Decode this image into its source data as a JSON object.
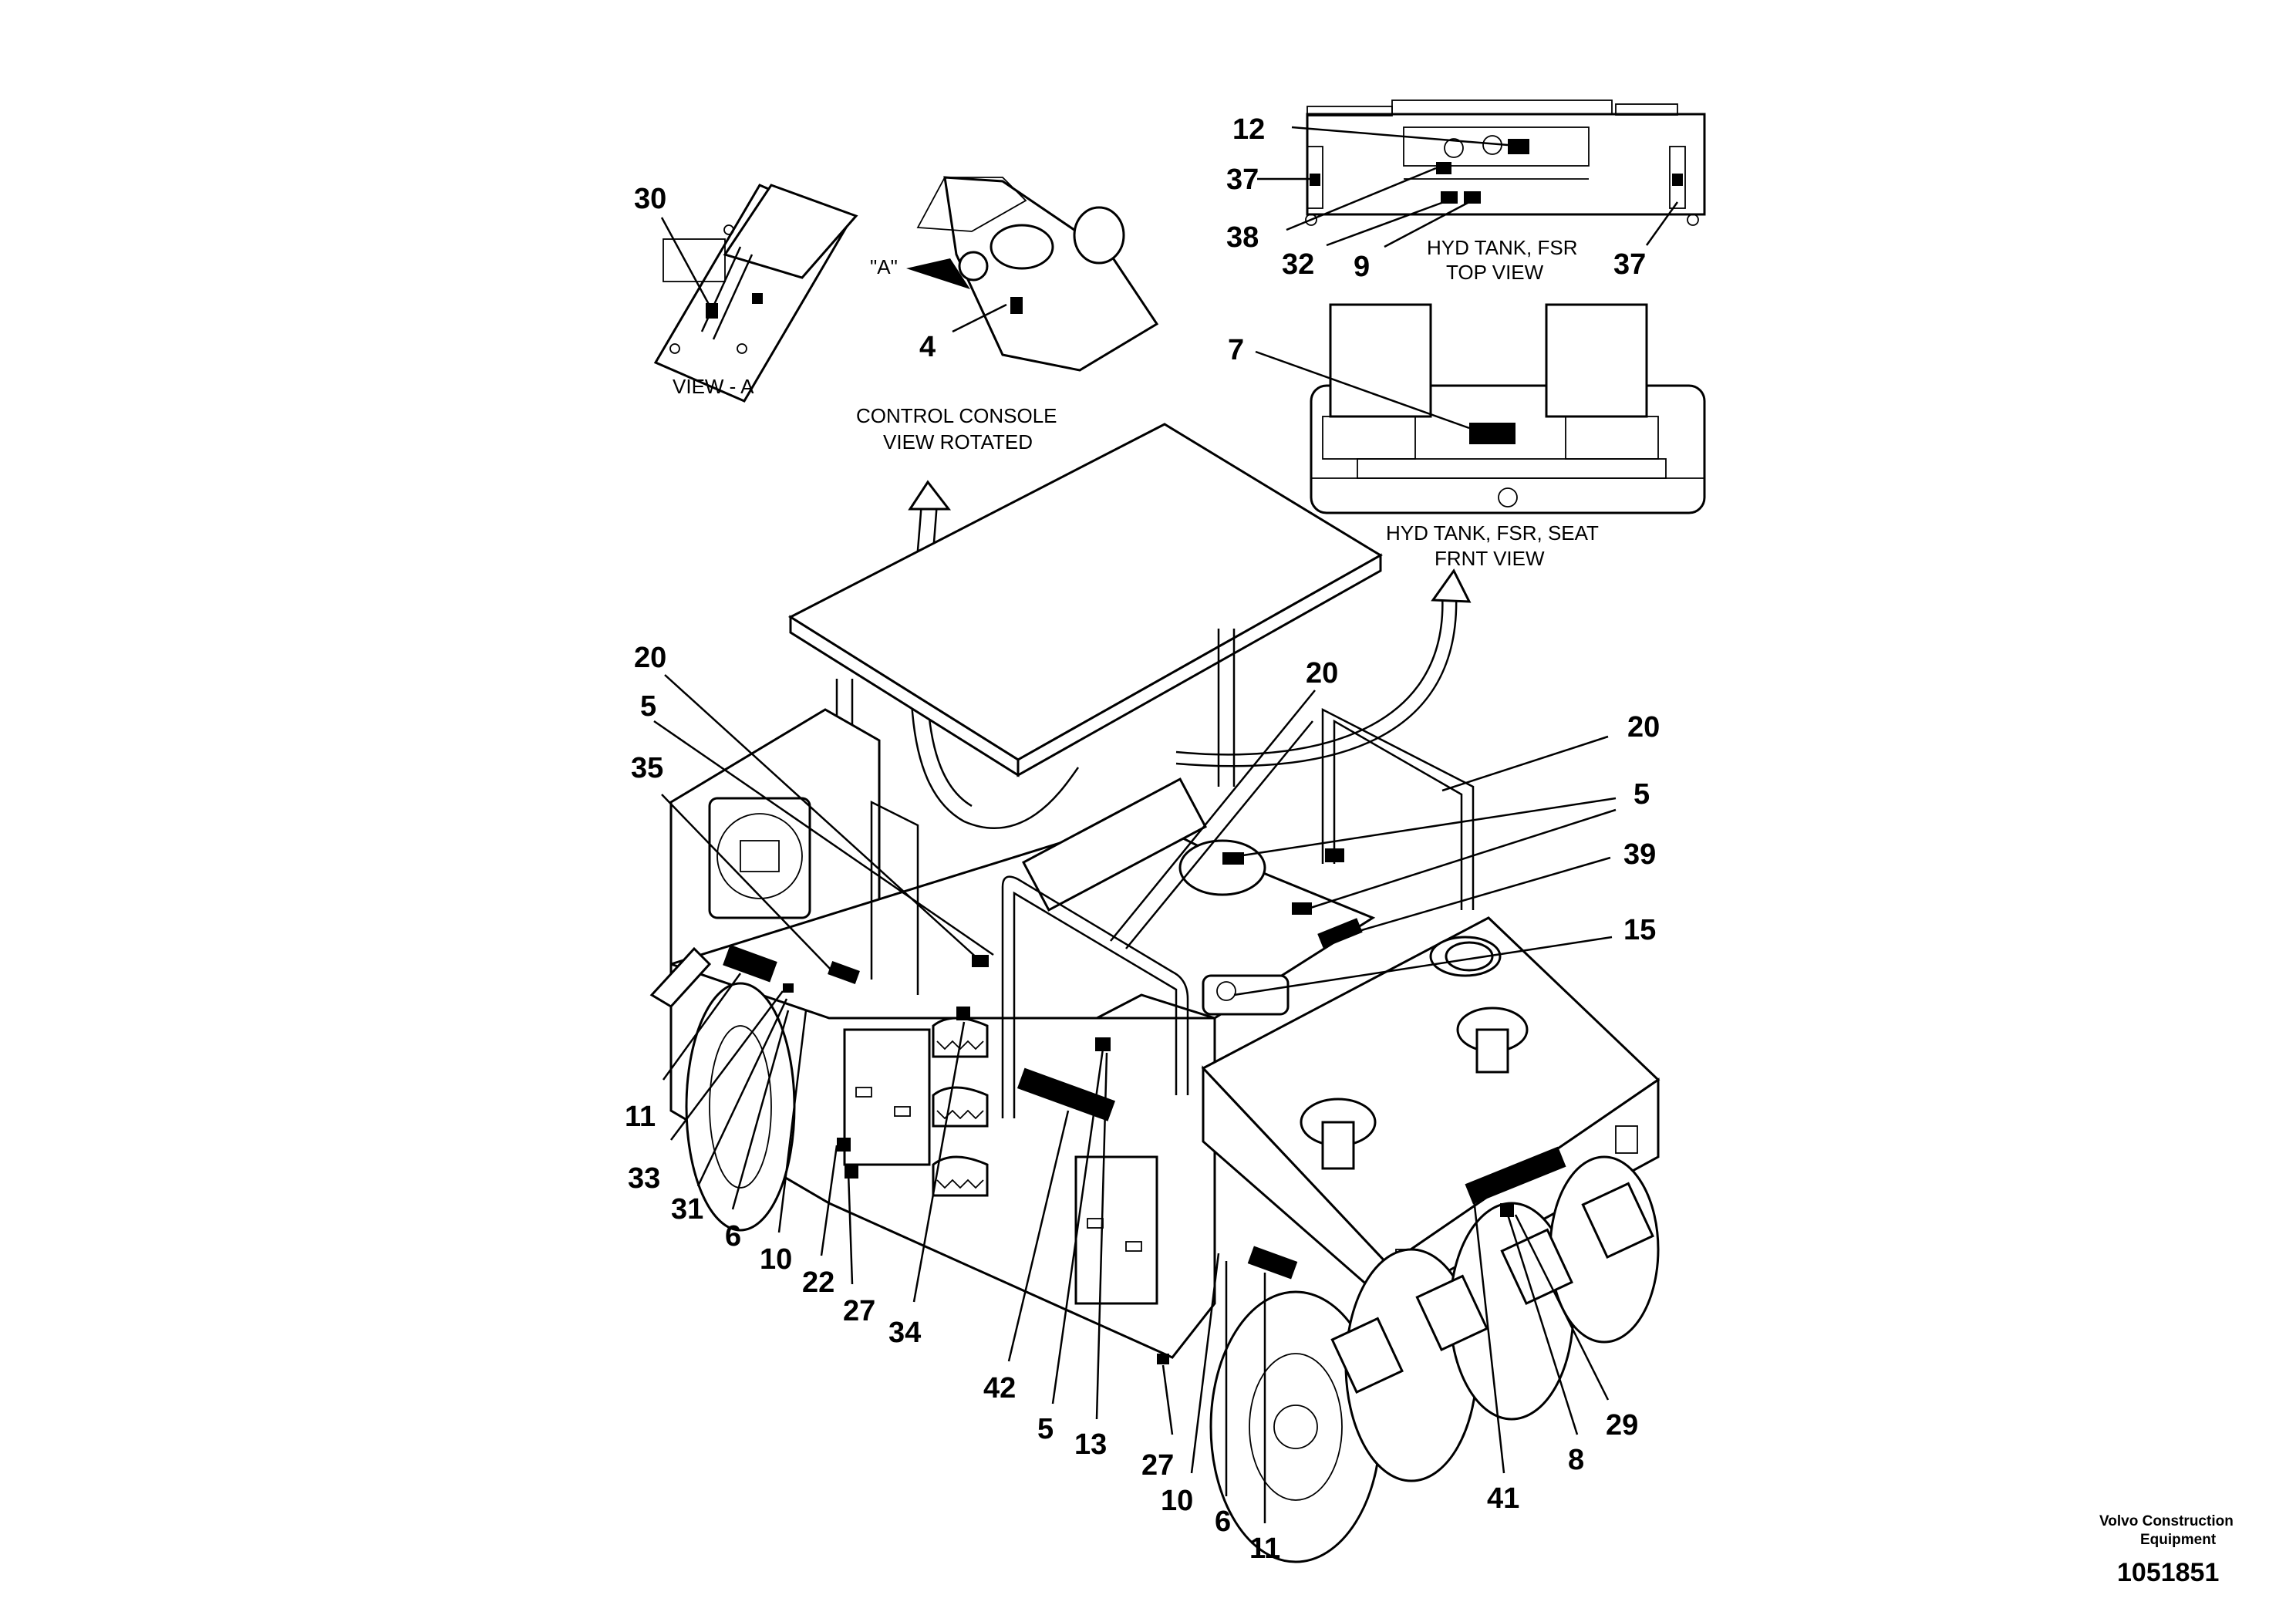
{
  "insets": {
    "view_a": {
      "caption": "VIEW - A"
    },
    "control_console": {
      "caption_line1": "CONTROL CONSOLE",
      "caption_line2": "VIEW ROTATED",
      "view_marker": "\"A\""
    },
    "hyd_tank_top": {
      "caption_line1": "HYD TANK, FSR",
      "caption_line2": "TOP VIEW"
    },
    "hyd_tank_front": {
      "caption_line1": "HYD TANK, FSR, SEAT",
      "caption_line2": "FRNT VIEW"
    }
  },
  "callouts": {
    "c30": "30",
    "c4": "4",
    "c12": "12",
    "c37a": "37",
    "c38": "38",
    "c32": "32",
    "c9": "9",
    "c37b": "37",
    "c7": "7",
    "c20a": "20",
    "c5a": "5",
    "c35": "35",
    "c20b": "20",
    "c20c": "20",
    "c5b": "5",
    "c39": "39",
    "c15": "15",
    "c11a": "11",
    "c33": "33",
    "c31": "31",
    "c6a": "6",
    "c10a": "10",
    "c22": "22",
    "c27a": "27",
    "c34": "34",
    "c42": "42",
    "c5c": "5",
    "c13": "13",
    "c27b": "27",
    "c10b": "10",
    "c6b": "6",
    "c11b": "11",
    "c41": "41",
    "c8": "8",
    "c29": "29"
  },
  "footer": {
    "company_line1": "Volvo Construction",
    "company_line2": "Equipment",
    "drawing_number": "1051851"
  }
}
